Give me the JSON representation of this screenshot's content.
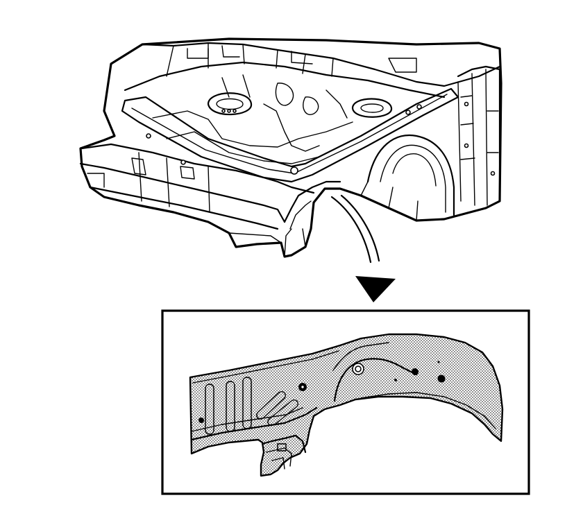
{
  "illustration": {
    "main_view": "vehicle-front-structure-view",
    "detail_view": "highlighted-front-rail-and-wheelhouse-panel",
    "callout_direction": "down-left",
    "colors": {
      "ink": "#000000",
      "background": "#ffffff",
      "detail_fill": "#d0d0d0"
    }
  }
}
